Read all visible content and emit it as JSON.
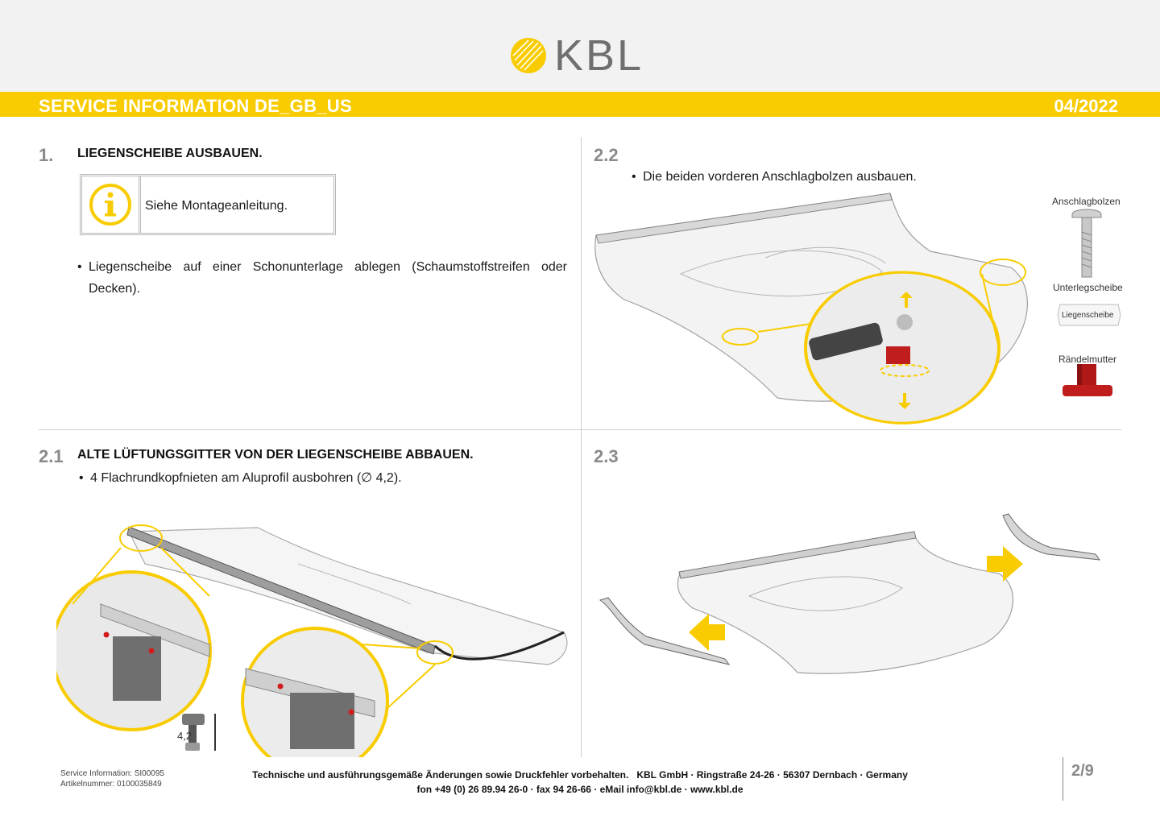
{
  "header": {
    "logo_text": "KBL",
    "title": "SERVICE INFORMATION DE_GB_US",
    "date": "04/2022",
    "accent_color": "#f8cc00"
  },
  "step1": {
    "number": "1.",
    "title": "LIEGENSCHEIBE AUSBAUEN.",
    "info_icon": "info-icon",
    "info_text": "Siehe Montageanleitung.",
    "bullet": "Liegenscheibe auf einer Schonunterlage ablegen (Schaumstoffstreifen oder Decken)."
  },
  "step2_1": {
    "number": "2.1",
    "title": "ALTE LÜFTUNGSGITTER VON DER LIEGENSCHEIBE ABBAUEN.",
    "bullet": "4 Flachrundkopfnieten am Aluprofil ausbohren (∅ 4,2).",
    "drill_label": "4,2"
  },
  "step2_2": {
    "number": "2.2",
    "bullet": "Die beiden vorderen Anschlagbolzen ausbauen.",
    "parts": {
      "bolt": "Anschlagbolzen",
      "washer": "Unterlegscheibe",
      "disc": "Liegenscheibe",
      "nut": "Rändelmutter"
    }
  },
  "step2_3": {
    "number": "2.3"
  },
  "footer": {
    "service_info": "Service Information: SI00095",
    "article_no": "Artikelnummer: 0100035849",
    "line1": "Technische und ausführungsgemäße Änderungen sowie Druckfehler vorbehalten.   KBL GmbH · Ringstraße 24-26 · 56307 Dernbach · Germany",
    "line2": "fon +49 (0) 26 89.94 26-0 · fax 94 26-66 · eMail info@kbl.de · www.kbl.de",
    "page": "2/9"
  }
}
